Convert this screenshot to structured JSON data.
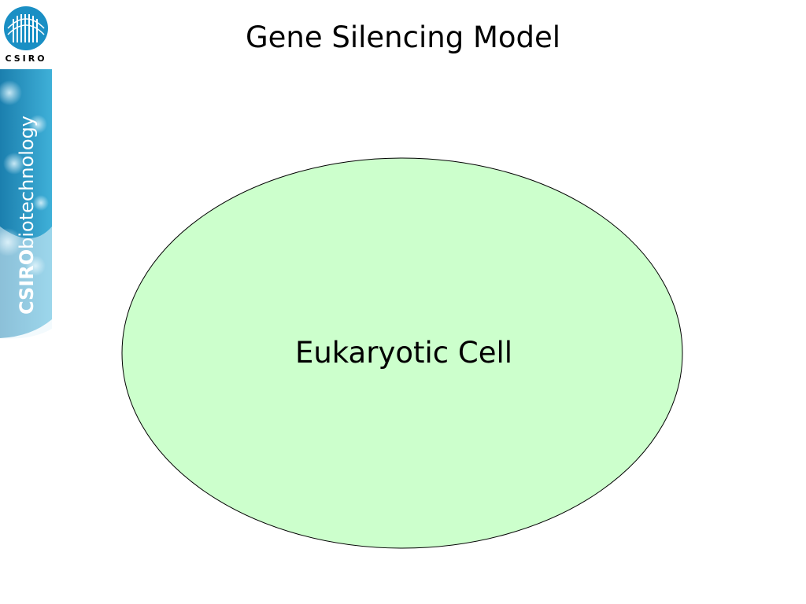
{
  "slide": {
    "title": "Gene Silencing Model"
  },
  "branding": {
    "logo_text": "CSIRO",
    "banner_text_bold": "CSIRO",
    "banner_text_light": "biotechnology",
    "logo_color": "#1a8fc4",
    "banner_color": "#2a9bc7"
  },
  "diagram": {
    "cell_label": "Eukaryotic Cell",
    "cell_fill": "#ccffcc",
    "cell_stroke": "#000000"
  }
}
